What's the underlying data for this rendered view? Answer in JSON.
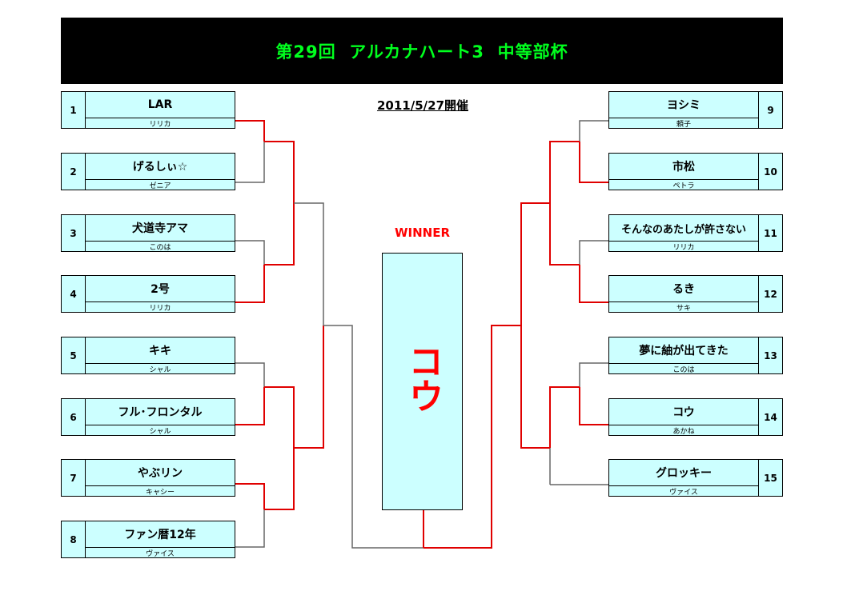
{
  "title": "第29回  アルカナハート3  中等部杯",
  "date": "2011/5/27開催",
  "winner_label": "WINNER",
  "winner": "コウ",
  "left_entries": [
    {
      "seed": "1",
      "name": "LAR",
      "player": "リリカ"
    },
    {
      "seed": "2",
      "name": "げるしぃ☆",
      "player": "ゼニア"
    },
    {
      "seed": "3",
      "name": "犬道寺アマ",
      "player": "このは"
    },
    {
      "seed": "4",
      "name": "2号",
      "player": "リリカ"
    },
    {
      "seed": "5",
      "name": "キキ",
      "player": "シャル"
    },
    {
      "seed": "6",
      "name": "フル･フロンタル",
      "player": "シャル"
    },
    {
      "seed": "7",
      "name": "やぶリン",
      "player": "キャシー"
    },
    {
      "seed": "8",
      "name": "ファン暦12年",
      "player": "ヴァイス"
    }
  ],
  "right_entries": [
    {
      "seed": "9",
      "name": "ヨシミ",
      "player": "頼子"
    },
    {
      "seed": "10",
      "name": "市松",
      "player": "ペトラ"
    },
    {
      "seed": "11",
      "name": "そんなのあたしが許さない",
      "player": "リリカ"
    },
    {
      "seed": "12",
      "name": "るき",
      "player": "サキ"
    },
    {
      "seed": "13",
      "name": "夢に紬が出てきた",
      "player": "このは"
    },
    {
      "seed": "14",
      "name": "コウ",
      "player": "あかね"
    },
    {
      "seed": "15",
      "name": "グロッキー",
      "player": "ヴァイス"
    }
  ],
  "colors": {
    "winner_path": "#e00000",
    "loser_path": "#666666",
    "banner_text": "#00ff1e",
    "entry_bg": "#ccffff"
  }
}
